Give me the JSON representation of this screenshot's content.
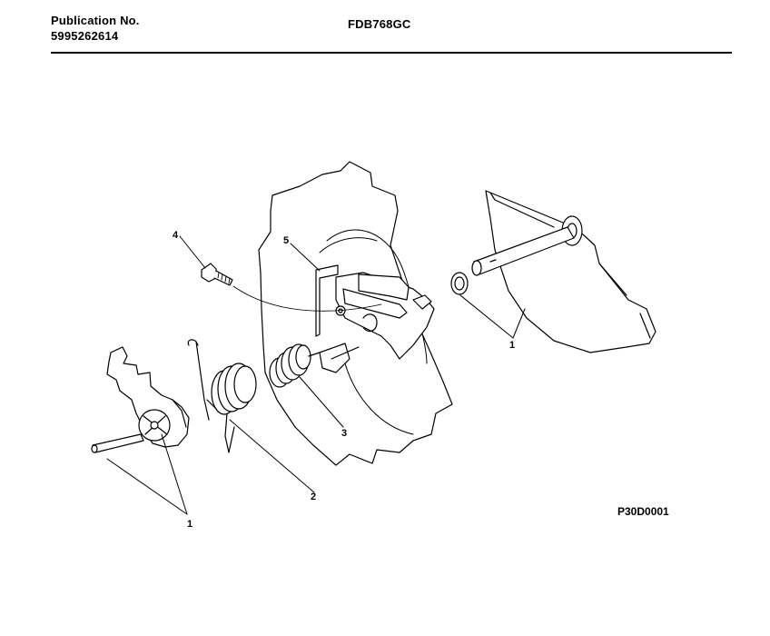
{
  "header": {
    "publication_label": "Publication No.",
    "publication_number": "5995262614",
    "model": "FDB768GC"
  },
  "figure_code": "P30D0001",
  "callouts": {
    "c1a": "1",
    "c1b": "1",
    "c2": "2",
    "c3": "3",
    "c4": "4",
    "c5": "5"
  }
}
